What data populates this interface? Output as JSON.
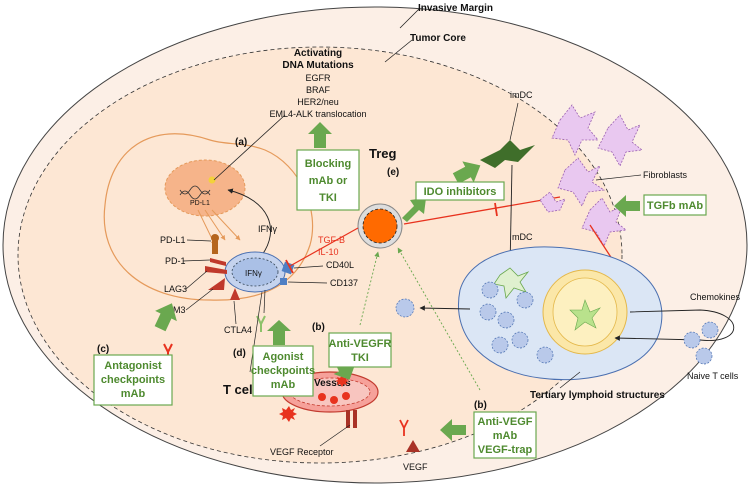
{
  "regions": {
    "invasive_margin": "Invasive Margin",
    "tumor_core": "Tumor Core",
    "tls": "Tertiary lymphoid structures"
  },
  "mutations": {
    "heading1": "Activating",
    "heading2": "DNA Mutations",
    "items": [
      "EGFR",
      "BRAF",
      "HER2/neu",
      "EML4-ALK translocation"
    ]
  },
  "labels": {
    "a": "(a)",
    "b1": "(b)",
    "b2": "(b)",
    "c": "(c)",
    "d": "(d)",
    "e": "(e)",
    "pdl1_tumor": "PD-L1",
    "ifng_top": "IFNγ",
    "pdl1": "PD-L1",
    "pd1": "PD-1",
    "lag3": "LAG3",
    "tim3": "TIM3",
    "ctla4": "CTLA4",
    "ifng_t": "IFNγ",
    "cd40l": "CD40L",
    "cd137": "CD137",
    "treg": "Treg",
    "tgfb": "TGF-B",
    "il10": "IL-10",
    "imdc": "imDC",
    "mdc": "mDC",
    "fibroblasts": "Fibroblasts",
    "chemokines": "Chemokines",
    "naive_t": "Naive T cells",
    "t_cells": "T cells",
    "vessels": "Vessels",
    "vegf_receptor": "VEGF Receptor",
    "vegf": "VEGF"
  },
  "boxes": {
    "blocking": [
      "Blocking",
      "mAb or",
      "TKI"
    ],
    "ido": "IDO inhibitors",
    "tgfb_mab": "TGFb mAb",
    "antagonist": [
      "Antagonist",
      "checkpoints",
      "mAb"
    ],
    "agonist": [
      "Agonist",
      "checkpoints",
      "mAb"
    ],
    "anti_vegfr": [
      "Anti-VEGFR",
      "TKI"
    ],
    "anti_vegf": [
      "Anti-VEGF",
      "mAb",
      "VEGF-trap"
    ]
  },
  "colors": {
    "outer_fill": "#fcefe6",
    "core_fill": "#fde6d2",
    "green": "#6aa84f",
    "red": "#e8321e",
    "treg": "#ff6a00",
    "tcell": "#c5d3ee",
    "lymph": "#dbe6f5",
    "fibro": "#e9c8f0"
  }
}
